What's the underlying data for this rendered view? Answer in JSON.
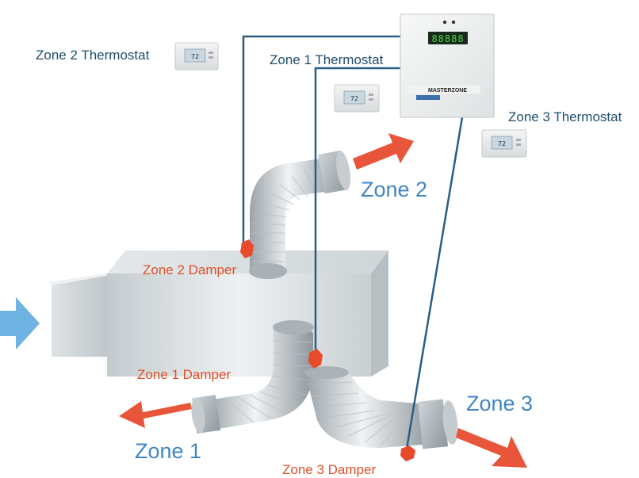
{
  "labels": {
    "zone2_thermostat": "Zone 2 Thermostat",
    "zone1_thermostat": "Zone 1 Thermostat",
    "zone3_thermostat": "Zone 3 Thermostat",
    "zone2": "Zone 2",
    "zone1": "Zone 1",
    "zone3": "Zone 3",
    "zone2_damper": "Zone 2 Damper",
    "zone1_damper": "Zone 1 Damper",
    "zone3_damper": "Zone 3 Damper"
  },
  "panel": {
    "display": "88888",
    "brand_text": "MASTERZONE",
    "thermostat_display": "72"
  },
  "colors": {
    "wire": "#2c5d84",
    "damper": "#e84a2a",
    "airflow_out": "#e8553a",
    "airflow_in": "#6fb3e2",
    "thermostat_label": "#1f4e6e",
    "damper_label": "#e0512a",
    "zone_label": "#3f86c4"
  }
}
